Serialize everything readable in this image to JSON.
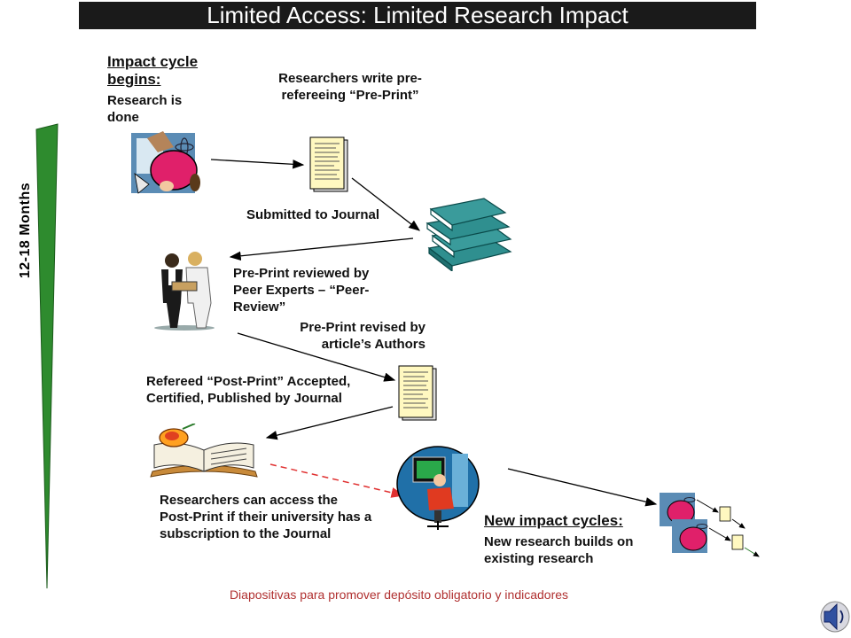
{
  "slide": {
    "title": "Limited Access: Limited Research Impact",
    "timeline_label": "12-18 Months",
    "footer": "Diapositivas para promover depósito obligatorio y indicadores"
  },
  "steps": {
    "begin_heading": "Impact cycle begins:",
    "begin_text": "Research is done",
    "write_preprint": "Researchers write pre-refereeing “Pre-Print”",
    "submitted": "Submitted to Journal",
    "peer_review": "Pre-Print reviewed by Peer Experts – “Peer-Review”",
    "revised": "Pre-Print revised by article’s Authors",
    "published": "Refereed “Post-Print” Accepted, Certified, Published by Journal",
    "access": "Researchers can access the Post-Print if their university has a subscription to the Journal",
    "new_cycles_heading": "New impact cycles:",
    "new_cycles_text": "New research builds on existing research"
  },
  "icons": {
    "researcher": "researcher-clipart-icon",
    "preprint": "document-icon",
    "journals": "book-stack-icon",
    "reviewers": "reviewers-clipart-icon",
    "postprint": "document-icon",
    "published_journal": "open-book-icon",
    "computer_user": "computer-user-icon",
    "sound": "speaker-icon"
  },
  "colors": {
    "title_bg": "#1a1a1a",
    "timeline_green": "#2e8b2e",
    "access_arrow": "#e03030",
    "footer_text": "#b03030"
  }
}
